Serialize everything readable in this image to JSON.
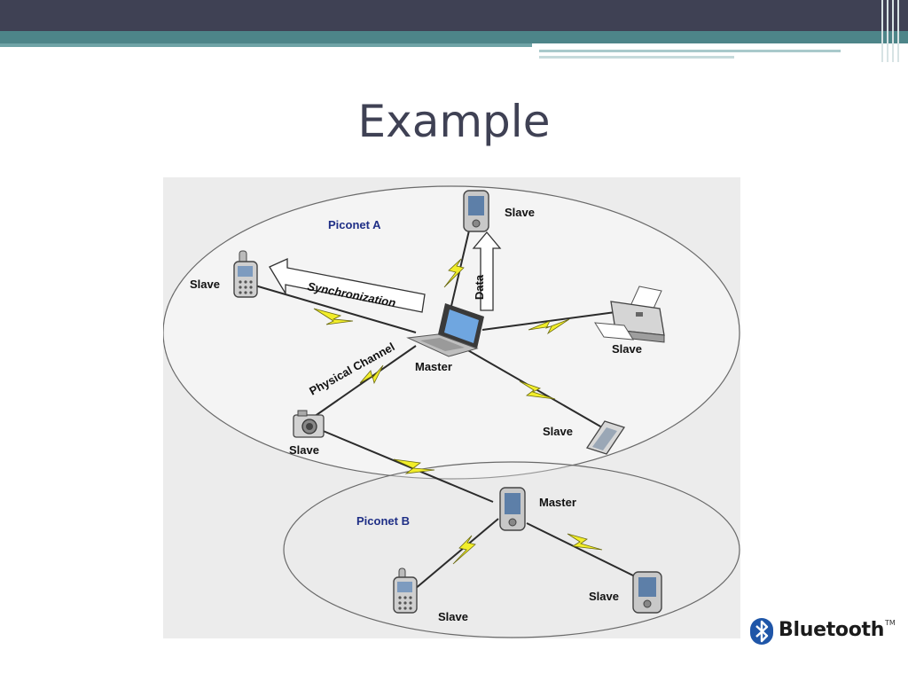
{
  "slide": {
    "title": "Example"
  },
  "diagram": {
    "piconet_a": "Piconet A",
    "piconet_b": "Piconet B",
    "master_a": "Master",
    "master_b": "Master",
    "slave_phone_left": "Slave",
    "slave_pda_top": "Slave",
    "slave_printer": "Slave",
    "slave_flip_phone": "Slave",
    "slave_camera": "Slave",
    "slave_phone_bottom": "Slave",
    "slave_pda_bottom": "Slave",
    "sync_label": "Synchronization",
    "data_label": "Data",
    "channel_label": "Physical Channel"
  },
  "logo": {
    "brand": "Bluetooth",
    "tm": "TM"
  },
  "colors": {
    "title": "#3f4154",
    "topbar": "#3f4154",
    "teal": "#4d8589",
    "lightning": "#f2ee2a",
    "piconet_text": "#1f2f86"
  }
}
